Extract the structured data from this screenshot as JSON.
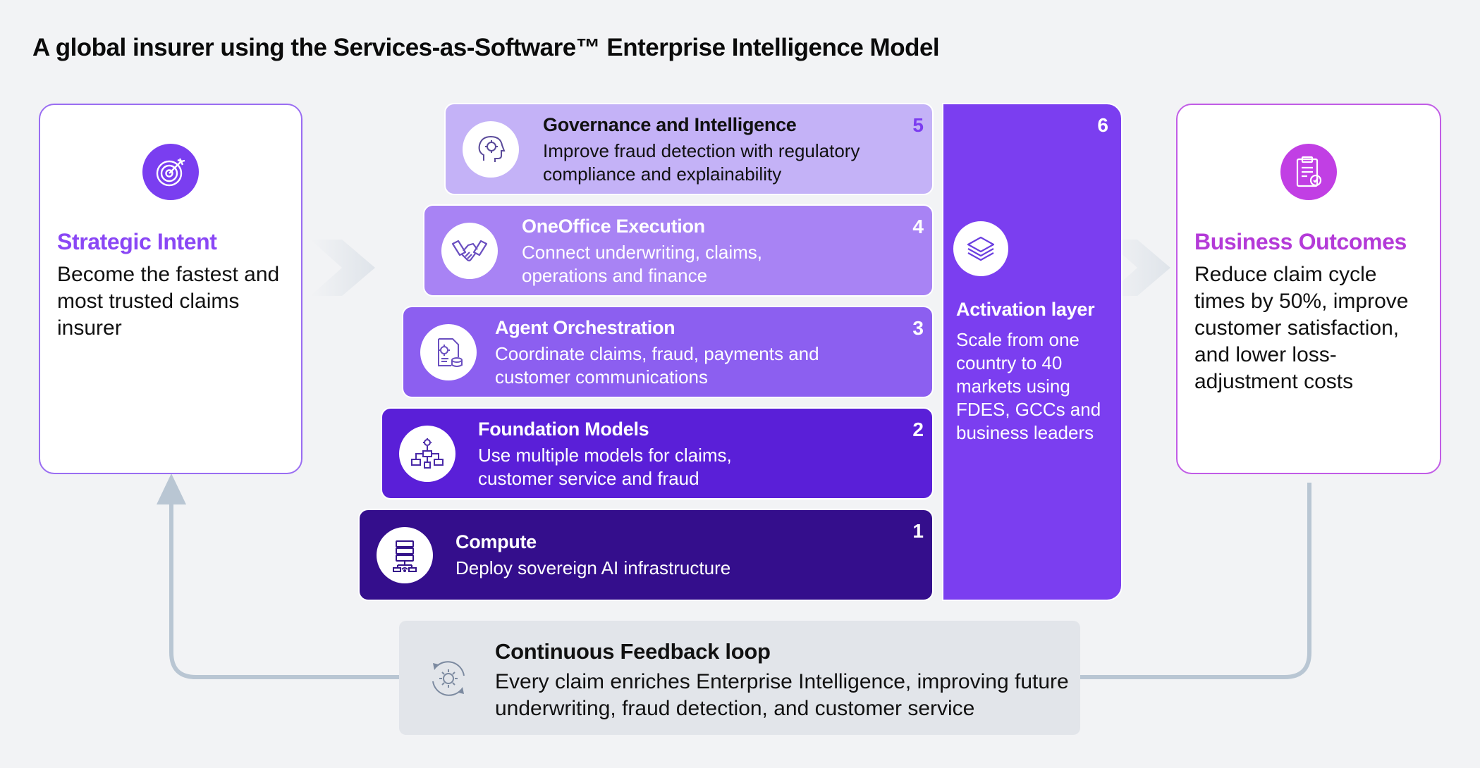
{
  "title": "A global insurer using the Services-as-Software™ Enterprise Intelligence Model",
  "strategic_intent": {
    "icon": "target-icon",
    "title": "Strategic Intent",
    "text": "Become the fastest and most trusted claims insurer"
  },
  "business_outcomes": {
    "icon": "clipboard-icon",
    "title": "Business Outcomes",
    "text": "Reduce claim cycle times by 50%, improve customer satisfaction, and lower loss-adjustment costs"
  },
  "layers": [
    {
      "num": "5",
      "title": "Governance and Intelligence",
      "text": "Improve fraud detection with regulatory compliance and explainability",
      "icon": "ai-head-icon",
      "color": "#c4b2f7"
    },
    {
      "num": "4",
      "title": "OneOffice Execution",
      "text": "Connect underwriting, claims, operations and finance",
      "icon": "handshake-icon",
      "color": "#a883f4"
    },
    {
      "num": "3",
      "title": "Agent Orchestration",
      "text": "Coordinate claims, fraud, payments and customer communications",
      "icon": "document-gear-icon",
      "color": "#8c5ff0"
    },
    {
      "num": "2",
      "title": "Foundation Models",
      "text": "Use multiple models for claims, customer service and fraud",
      "icon": "flowchart-gear-icon",
      "color": "#5a1fd8"
    },
    {
      "num": "1",
      "title": "Compute",
      "text": "Deploy sovereign AI infrastructure",
      "icon": "server-icon",
      "color": "#340e8c"
    }
  ],
  "activation": {
    "num": "6",
    "title": "Activation layer",
    "text": "Scale from one country to 40 markets using FDES, GCCs and business leaders",
    "icon": "layers-icon",
    "color": "#7b3ef0"
  },
  "feedback": {
    "icon": "refresh-gear-icon",
    "title": "Continuous Feedback loop",
    "text": "Every claim enriches Enterprise Intelligence, improving future underwriting, fraud detection, and customer service"
  }
}
